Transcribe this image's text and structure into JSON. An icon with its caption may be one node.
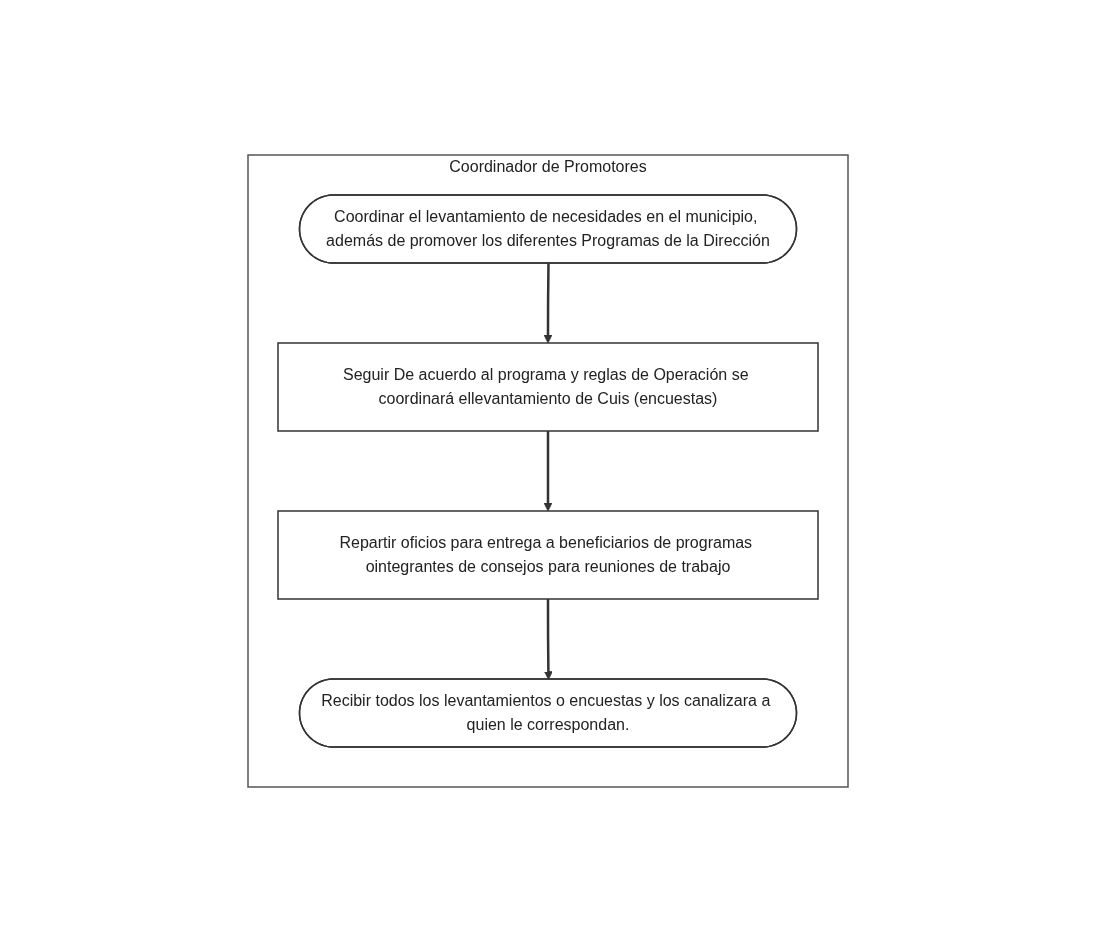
{
  "diagram": {
    "nodes": [
      {
        "text": [
          "Coordinador de Promotores"
        ]
      },
      {
        "text": [
          "Coordinar el levantamiento de necesidades en el municipio, además de promover los diferentes Programas de la Dirección"
        ],
        "in": 0
      },
      {
        "text": [
          "Seguir De acuerdo al programa y reglas de Operación se coordinará ellevantamiento de Cuis (encuestas)"
        ],
        "in": 0
      },
      {
        "text": [
          "Repartir oficios para entrega a beneficiarios de programas ointegrantes de consejos para reuniones de trabajo"
        ],
        "in": 0
      },
      {
        "text": [
          "Recibir todos los levantamientos o encuestas y los canalizara a quien le correspondan."
        ],
        "in": 0
      }
    ],
    "edges": [
      {
        "from": 1,
        "to": 2,
        "arrow": "to"
      },
      {
        "from": 2,
        "to": 3,
        "arrow": "to"
      },
      {
        "from": 3,
        "to": 4,
        "arrow": "to"
      }
    ]
  }
}
